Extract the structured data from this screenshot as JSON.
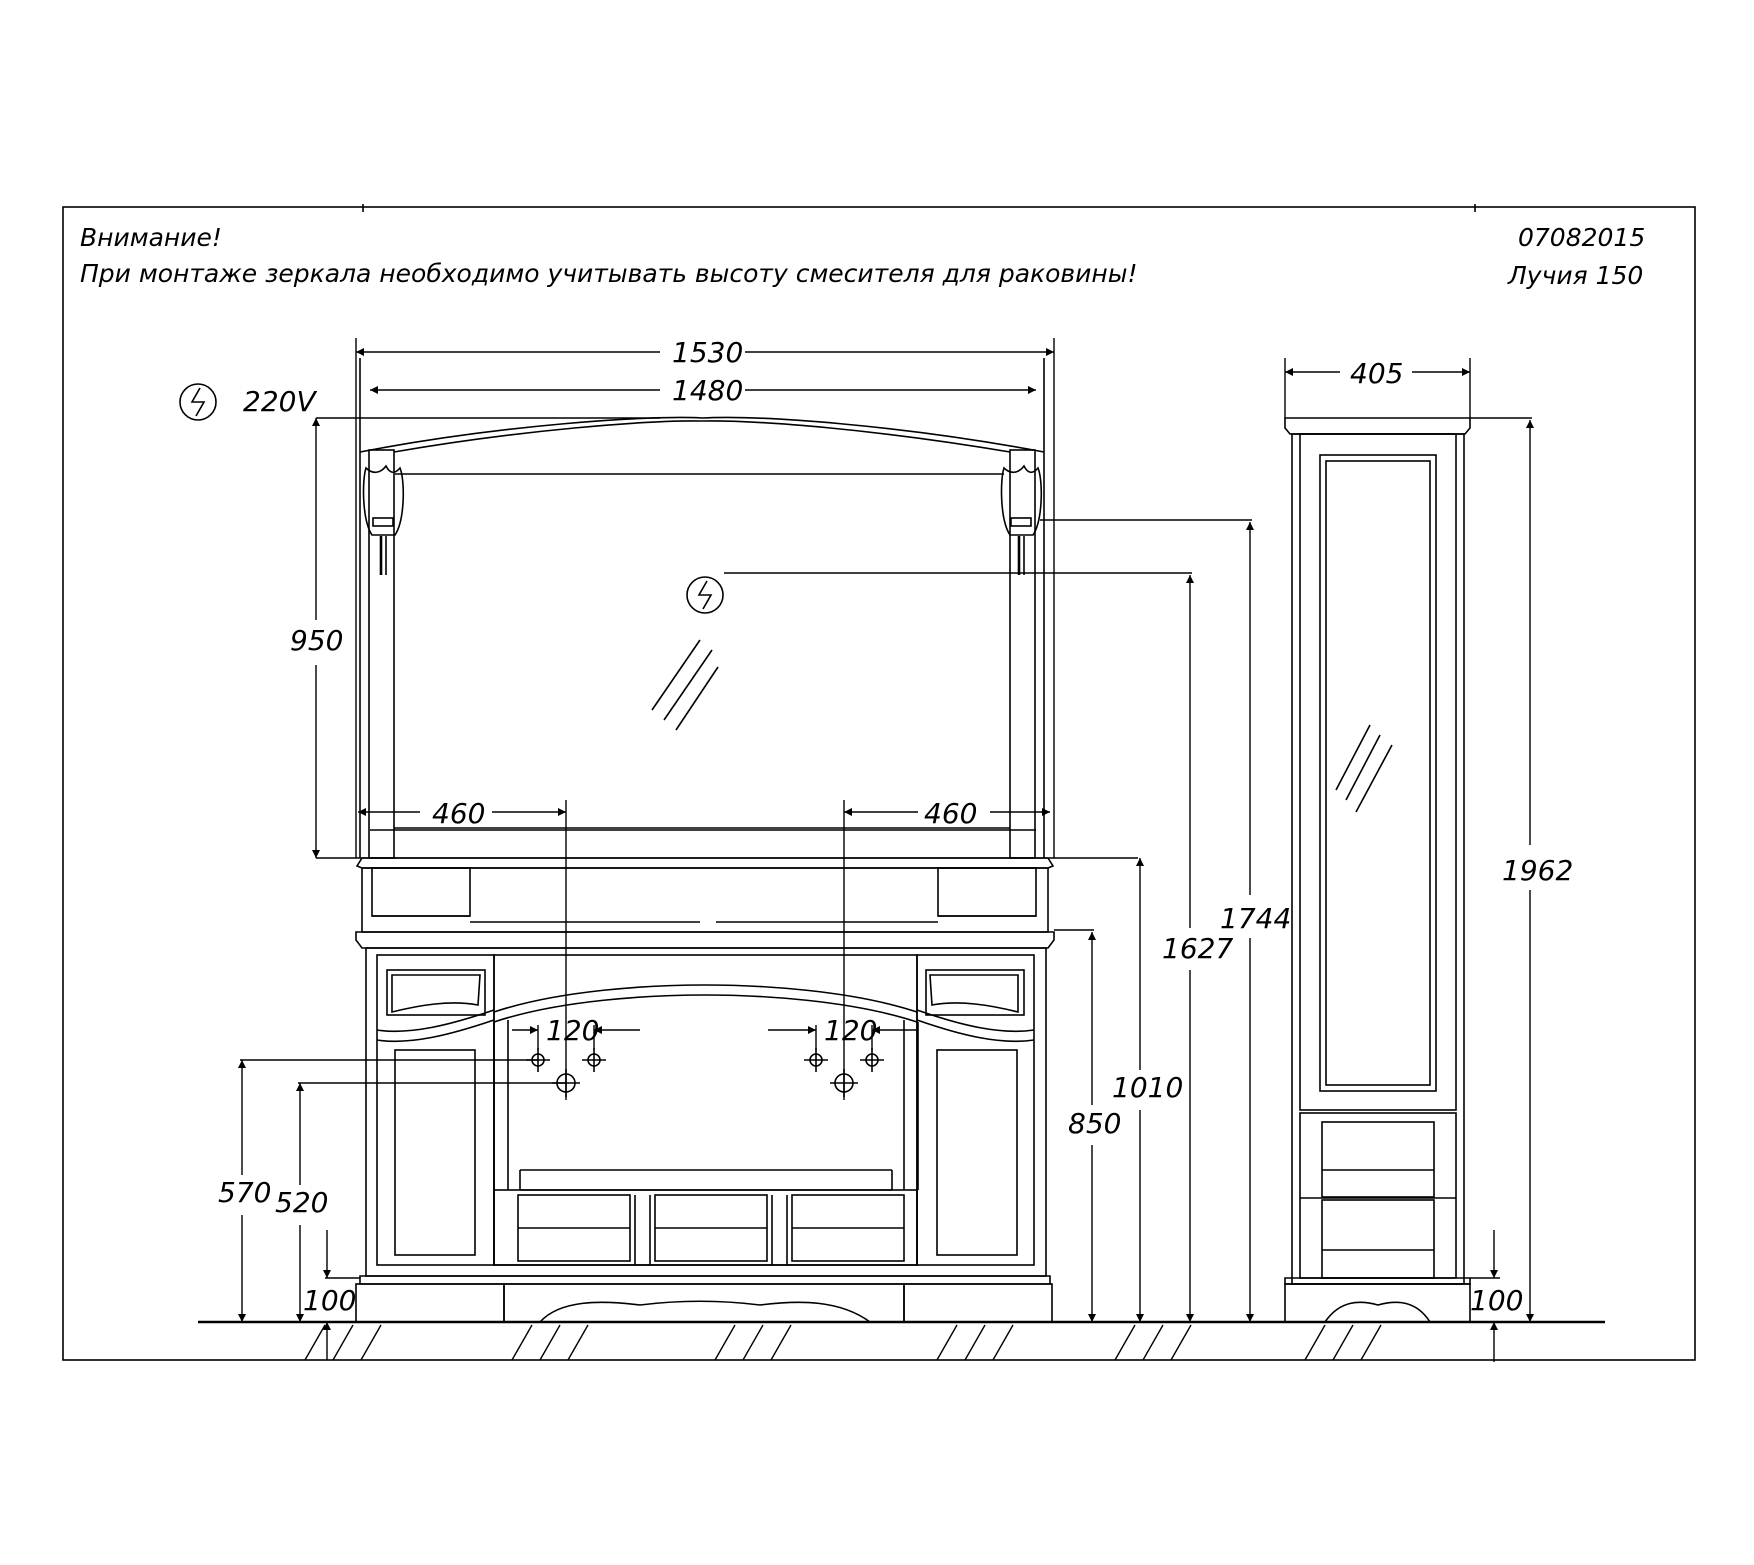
{
  "notes": {
    "warning_title": "Внимание!",
    "warning_text": "При монтаже зеркала необходимо учитывать высоту смесителя для раковины!",
    "code": "07082015",
    "model": "Лучия  150"
  },
  "power": {
    "voltage_label": "220V",
    "socket_icon": "power-socket-icon"
  },
  "dimensions": {
    "width_1530": "1530",
    "width_1480": "1480",
    "mirror_950": "950",
    "offset_460_left": "460",
    "offset_460_right": "460",
    "tap_120_left": "120",
    "tap_120_right": "120",
    "drain_570": "570",
    "drain_520": "520",
    "plinth_100_left": "100",
    "vanity_850": "850",
    "vanity_1010": "1010",
    "socket_1627": "1627",
    "lamp_1744": "1744",
    "column_405": "405",
    "column_1962": "1962",
    "plinth_100_right": "100"
  },
  "colors": {
    "line": "#000000",
    "background": "#ffffff"
  }
}
